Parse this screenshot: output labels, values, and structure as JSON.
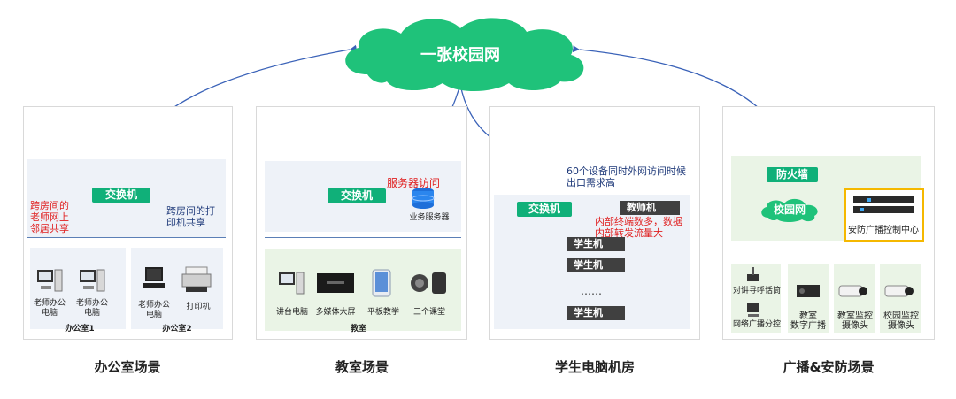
{
  "cloud": {
    "title": "一张校园网"
  },
  "office": {
    "switch": "交换机",
    "note_left": [
      "跨房间的",
      "老师网上",
      "邻居共享"
    ],
    "note_right": [
      "跨房间的打",
      "印机共享"
    ],
    "devices": [
      [
        "老师办公",
        "电脑"
      ],
      [
        "老师办公",
        "电脑"
      ],
      [
        "老师办公",
        "电脑"
      ],
      [
        "打印机"
      ]
    ],
    "room1": "办公室1",
    "room2": "办公室2",
    "title": "办公室场景"
  },
  "classroom": {
    "switch": "交换机",
    "server_note": "服务器访问",
    "server_label": "业务服务器",
    "devices": [
      "讲台电脑",
      "多媒体大屏",
      "平板教学",
      "三个课堂"
    ],
    "room": "教室",
    "title": "教室场景"
  },
  "lab": {
    "switch": "交换机",
    "note_top": [
      "60个设备同时外网访问时候",
      "出口需求高"
    ],
    "teacher": "教师机",
    "note_mid": [
      "内部终端数多，数据",
      "内部转发流量大"
    ],
    "students": [
      "学生机",
      "学生机",
      "学生机"
    ],
    "ellipsis": "……",
    "title": "学生电脑机房"
  },
  "security": {
    "firewall": "防火墙",
    "campus_net": "校园网",
    "control_center": "安防广播控制中心",
    "devices": [
      [
        "对讲寻呼话筒"
      ],
      [
        "网络广播分控"
      ],
      [
        "教室",
        "数字广播"
      ],
      [
        "教室监控",
        "摄像头"
      ],
      [
        "校园监控",
        "摄像头"
      ]
    ],
    "title": "广播&安防场景"
  },
  "colors": {
    "switch": "#10b079",
    "cloud": "#1fc27a",
    "link": "#3a62b8",
    "alert": "#e02020"
  }
}
